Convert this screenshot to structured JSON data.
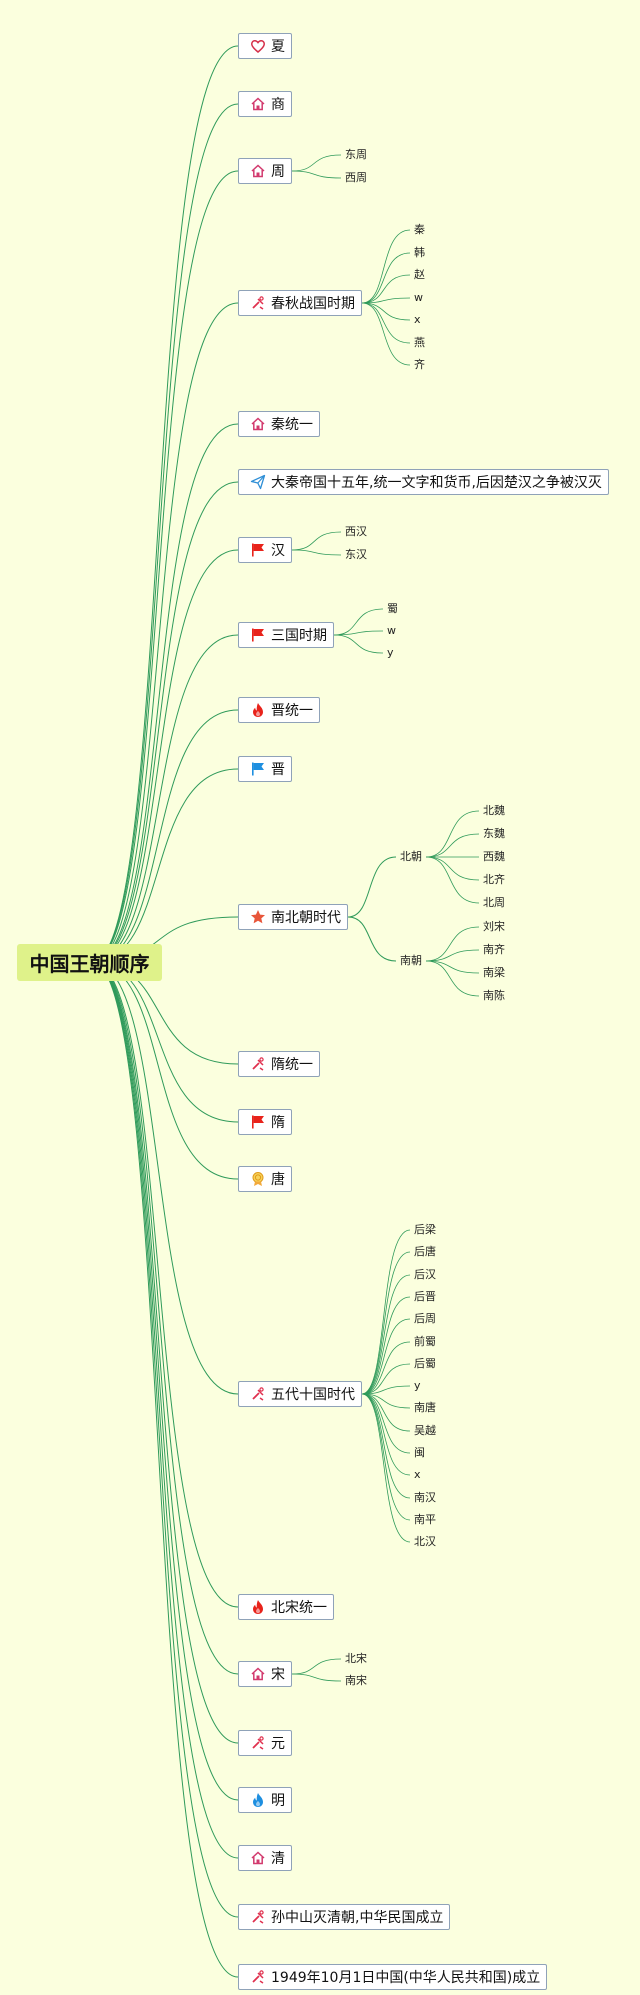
{
  "root": {
    "label": "中国王朝顺序"
  },
  "colors": {
    "background": "#fbffde",
    "root_fill": "#dff28a",
    "link": "#2f9a5a",
    "node_border": "#8fa2b8"
  },
  "nodes": [
    {
      "label": "夏",
      "icon": "heart-icon",
      "children": []
    },
    {
      "label": "商",
      "icon": "home-icon",
      "children": []
    },
    {
      "label": "周",
      "icon": "home-icon",
      "children": [
        {
          "label": "东周"
        },
        {
          "label": "西周"
        }
      ]
    },
    {
      "label": "春秋战国时期",
      "icon": "tools-icon",
      "children": [
        {
          "label": "秦"
        },
        {
          "label": "韩"
        },
        {
          "label": "赵"
        },
        {
          "label": "w"
        },
        {
          "label": "x"
        },
        {
          "label": "燕"
        },
        {
          "label": "齐"
        }
      ]
    },
    {
      "label": "秦统一",
      "icon": "home-icon",
      "children": []
    },
    {
      "label": "大秦帝国十五年,统一文字和货币,后因楚汉之争被汉灭",
      "icon": "paper-plane-icon",
      "children": []
    },
    {
      "label": "汉",
      "icon": "red-flag-icon",
      "children": [
        {
          "label": "西汉"
        },
        {
          "label": "东汉"
        }
      ]
    },
    {
      "label": "三国时期",
      "icon": "red-flag-icon",
      "children": [
        {
          "label": "蜀"
        },
        {
          "label": "w"
        },
        {
          "label": "y"
        }
      ]
    },
    {
      "label": "晋统一",
      "icon": "fire-icon",
      "children": []
    },
    {
      "label": "晋",
      "icon": "blue-flag-icon",
      "children": []
    },
    {
      "label": "南北朝时代",
      "icon": "star-icon",
      "children": [
        {
          "label": "北朝",
          "children": [
            {
              "label": "北魏"
            },
            {
              "label": "东魏"
            },
            {
              "label": "西魏"
            },
            {
              "label": "北齐"
            },
            {
              "label": "北周"
            }
          ]
        },
        {
          "label": "南朝",
          "children": [
            {
              "label": "刘宋"
            },
            {
              "label": "南齐"
            },
            {
              "label": "南梁"
            },
            {
              "label": "南陈"
            }
          ]
        }
      ]
    },
    {
      "label": "隋统一",
      "icon": "tools-icon",
      "children": []
    },
    {
      "label": "隋",
      "icon": "red-flag-icon",
      "children": []
    },
    {
      "label": "唐",
      "icon": "medal-icon",
      "children": []
    },
    {
      "label": "五代十国时代",
      "icon": "tools-icon",
      "children": [
        {
          "label": "后梁"
        },
        {
          "label": "后唐"
        },
        {
          "label": "后汉"
        },
        {
          "label": "后晋"
        },
        {
          "label": "后周"
        },
        {
          "label": "前蜀"
        },
        {
          "label": "后蜀"
        },
        {
          "label": "y"
        },
        {
          "label": "南唐"
        },
        {
          "label": "吴越"
        },
        {
          "label": "闽"
        },
        {
          "label": "x"
        },
        {
          "label": "南汉"
        },
        {
          "label": "南平"
        },
        {
          "label": "北汉"
        }
      ]
    },
    {
      "label": "北宋统一",
      "icon": "fire-icon",
      "children": []
    },
    {
      "label": "宋",
      "icon": "home-icon",
      "children": [
        {
          "label": "北宋"
        },
        {
          "label": "南宋"
        }
      ]
    },
    {
      "label": "元",
      "icon": "tools-icon",
      "children": []
    },
    {
      "label": "明",
      "icon": "blue-fire-icon",
      "children": []
    },
    {
      "label": "清",
      "icon": "home-icon",
      "children": []
    },
    {
      "label": "孙中山灭清朝,中华民国成立",
      "icon": "tools-icon",
      "children": []
    },
    {
      "label": "1949年10月1日中国(中华人民共和国)成立",
      "icon": "tools-icon",
      "children": []
    }
  ]
}
